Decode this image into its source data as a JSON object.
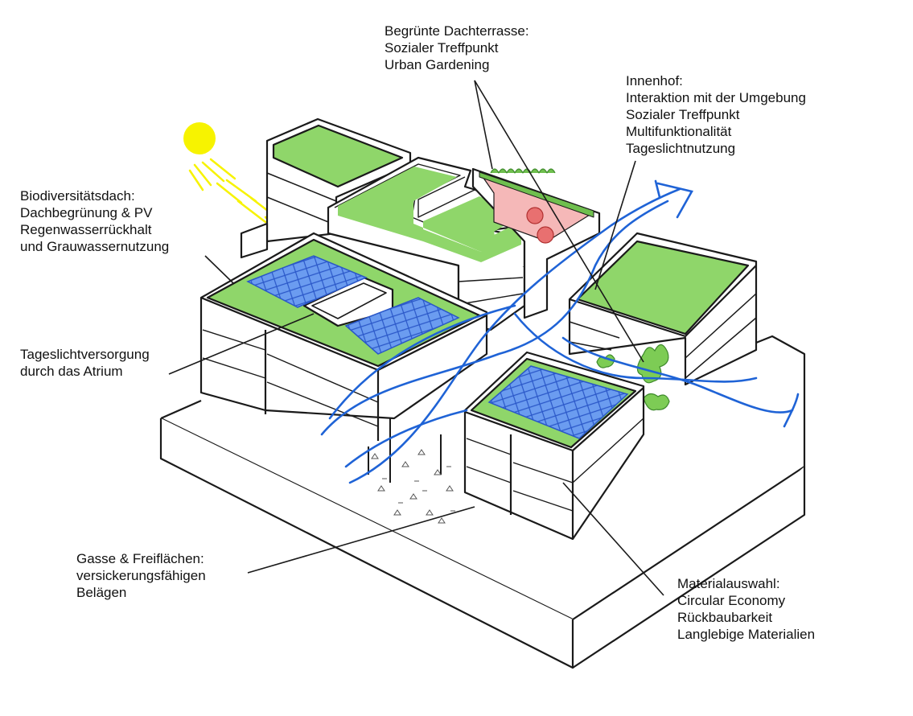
{
  "annotations": {
    "roof_terrace": {
      "lines": [
        "Begrünte Dachterrasse:",
        "Sozialer Treffpunkt",
        "Urban Gardening"
      ]
    },
    "courtyard": {
      "lines": [
        "Innenhof:",
        "Interaktion mit der Umgebung",
        "Sozialer Treffpunkt",
        "Multifunktionalität",
        "Tageslichtnutzung"
      ]
    },
    "biodiversity_roof": {
      "lines": [
        "Biodiversitätsdach:",
        "Dachbegrünung & PV",
        "Regenwasserrückhalt",
        "und Grauwassernutzung"
      ]
    },
    "daylight_atrium": {
      "lines": [
        "Tageslichtversorgung",
        "durch das Atrium"
      ]
    },
    "lane_open_space": {
      "lines": [
        "Gasse & Freiflächen:",
        "versickerungsfähigen",
        "Belägen"
      ]
    },
    "material_choice": {
      "lines": [
        "Materialauswahl:",
        "Circular Economy",
        "Rückbaubarkeit",
        "Langlebige Materialien"
      ]
    }
  },
  "colors": {
    "green_roof": "#8fd66a",
    "green_roof_dark": "#6fbf4e",
    "pv_panel": "#5b8fe6",
    "pv_outline": "#2a57c8",
    "sun": "#f7f300",
    "airflow": "#1f63d6",
    "outline": "#1a1a1a",
    "terrace_pink": "#f5b8b8"
  }
}
